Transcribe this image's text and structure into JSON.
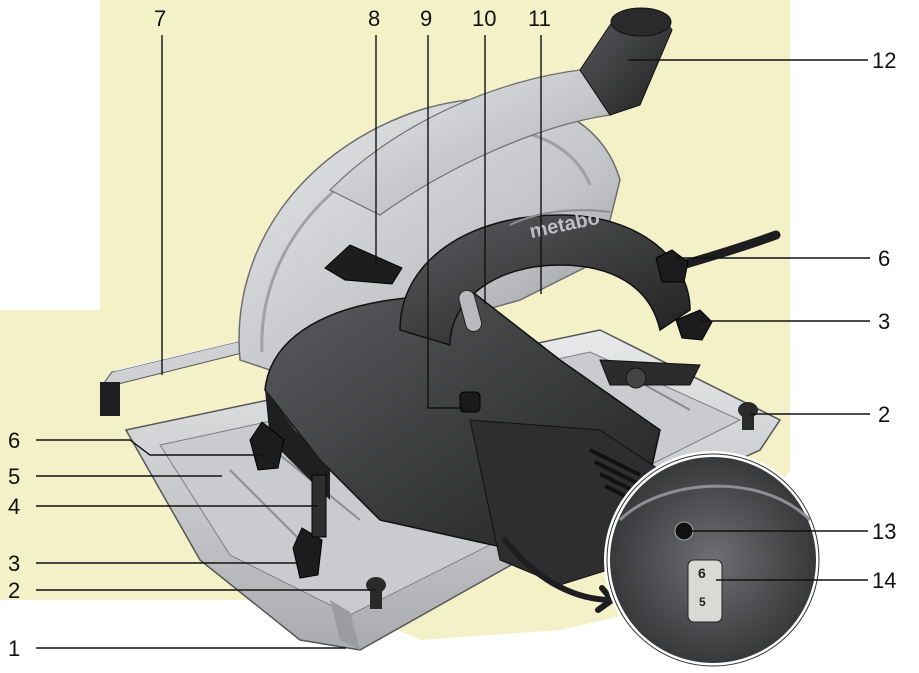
{
  "callouts": {
    "c1": "1",
    "c2_left": "2",
    "c2_right": "2",
    "c3_left": "3",
    "c3_right": "3",
    "c4": "4",
    "c5": "5",
    "c6_left": "6",
    "c6_right": "6",
    "c7": "7",
    "c8": "8",
    "c9": "9",
    "c10": "10",
    "c11": "11",
    "c12": "12",
    "c13": "13",
    "c14": "14"
  },
  "device": {
    "brand_mark": "metabo",
    "depth_wheel_digits": [
      "6",
      "5"
    ]
  },
  "colors": {
    "background_panel": "#f4f0c8",
    "housing_dark": "#3a3a3c",
    "housing_silver": "#c7c9cc",
    "base_plate": "#d9dadc",
    "leader": "#111111"
  }
}
